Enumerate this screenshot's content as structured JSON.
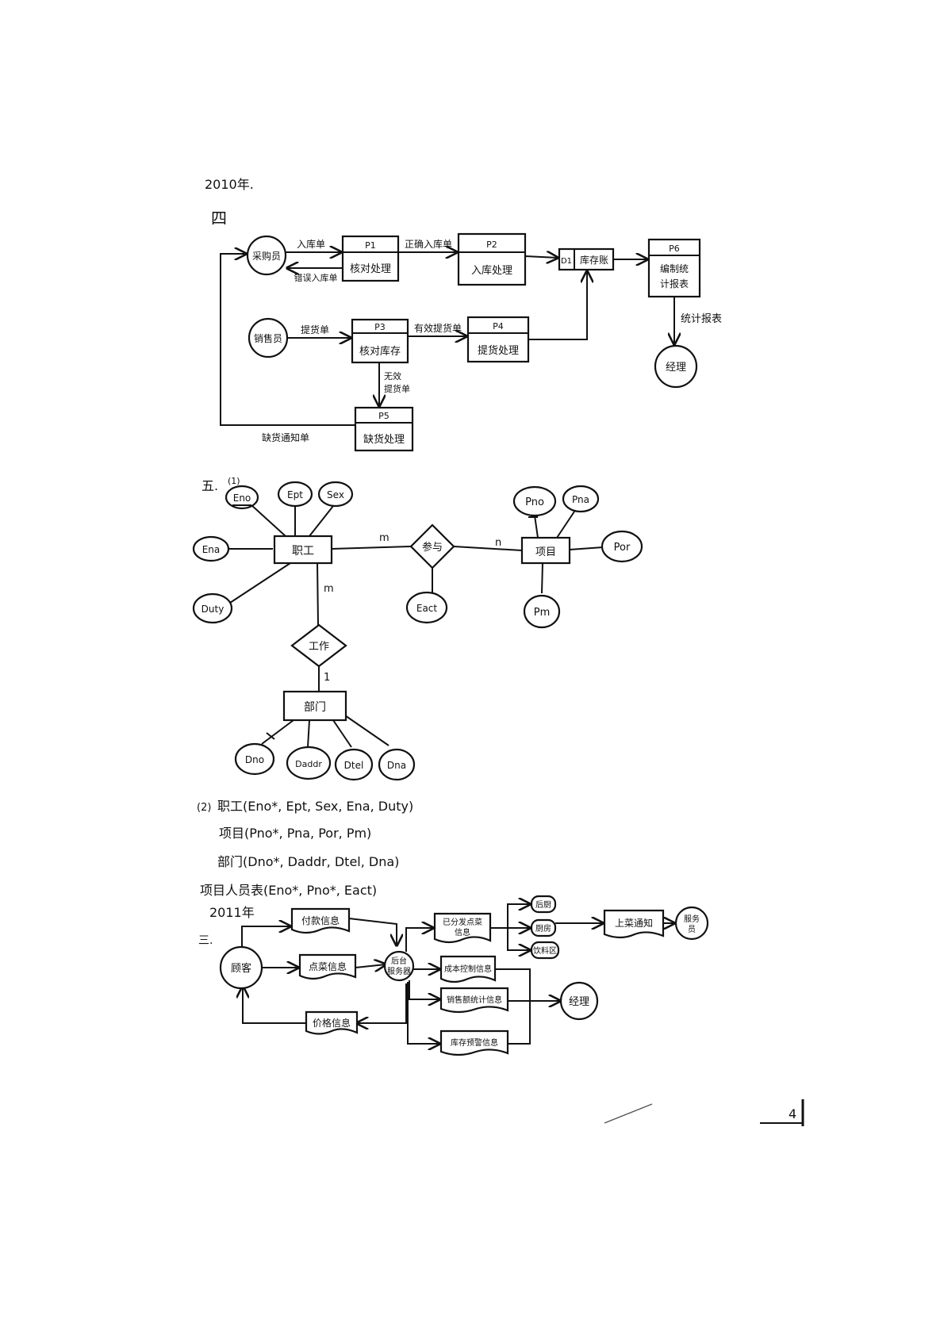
{
  "page": {
    "year_2010": "2010年.",
    "year_2011": "2011年",
    "page_number": "4"
  },
  "q4": {
    "heading": "四",
    "buyer": "采购员",
    "seller": "销售员",
    "manager": "经理",
    "p1": {
      "id": "P1",
      "name": "核对处理"
    },
    "p2": {
      "id": "P2",
      "name": "入库处理"
    },
    "p3": {
      "id": "P3",
      "name": "核对库存"
    },
    "p4": {
      "id": "P4",
      "name": "提货处理"
    },
    "p5": {
      "id": "P5",
      "name": "缺货处理"
    },
    "p6": {
      "id": "P6",
      "name_line1": "编制统",
      "name_line2": "计报表"
    },
    "d1": {
      "id": "D1",
      "name": "库存账"
    },
    "flow_in_order": "入库单",
    "flow_wrong_order": "错误入库单",
    "flow_correct_order": "正确入库单",
    "flow_pickup_order": "提货单",
    "flow_valid_pickup": "有效提货单",
    "flow_invalid_line1": "无效",
    "flow_invalid_line2": "提货单",
    "flow_shortage_notice": "缺货通知单",
    "flow_stat_report": "统计报表"
  },
  "q5": {
    "heading": "五.",
    "sub1": "(1)",
    "sub2": "(2)",
    "employee": "职工",
    "project": "项目",
    "department": "部门",
    "rel_task": "参与",
    "rel_work": "工作",
    "card_m1": "m",
    "card_n": "n",
    "card_m2": "m",
    "card_1": "1",
    "emp_attrs": {
      "eno": "Eno",
      "ept": "Ept",
      "sex": "Sex",
      "ena": "Ena",
      "duty": "Duty"
    },
    "proj_attrs": {
      "pno": "Pno",
      "pna": "Pna",
      "por": "Por",
      "pm": "Pm"
    },
    "task_attr": "Eact",
    "dept_attrs": {
      "dno": "Dno",
      "daddr": "Daddr",
      "dtel": "Dtel",
      "dna": "Dna"
    },
    "schema": {
      "line1": "职工(Eno*, Ept, Sex, Ena, Duty)",
      "line2": "项目(Pno*, Pna, Por, Pm)",
      "line3": "部门(Dno*, Daddr, Dtel, Dna)",
      "line4": "项目人员表(Eno*, Pno*, Eact)"
    }
  },
  "q3_2011": {
    "heading": "三.",
    "customer": "顾客",
    "payment_info": "付款信息",
    "order_info": "点菜信息",
    "price_info": "价格信息",
    "backend_line1": "后台",
    "backend_line2": "服务器",
    "dispatched_line1": "已分发点菜",
    "dispatched_line2": "信息",
    "kitchen": "后厨",
    "chef": "厨房",
    "bar": "饮料区",
    "serve_notice": "上菜通知",
    "waiter_line1": "服务",
    "waiter_line2": "员",
    "cost_report": "成本控制信息",
    "sales_report": "销售额统计信息",
    "inventory_report": "库存预警信息",
    "manager": "经理"
  }
}
